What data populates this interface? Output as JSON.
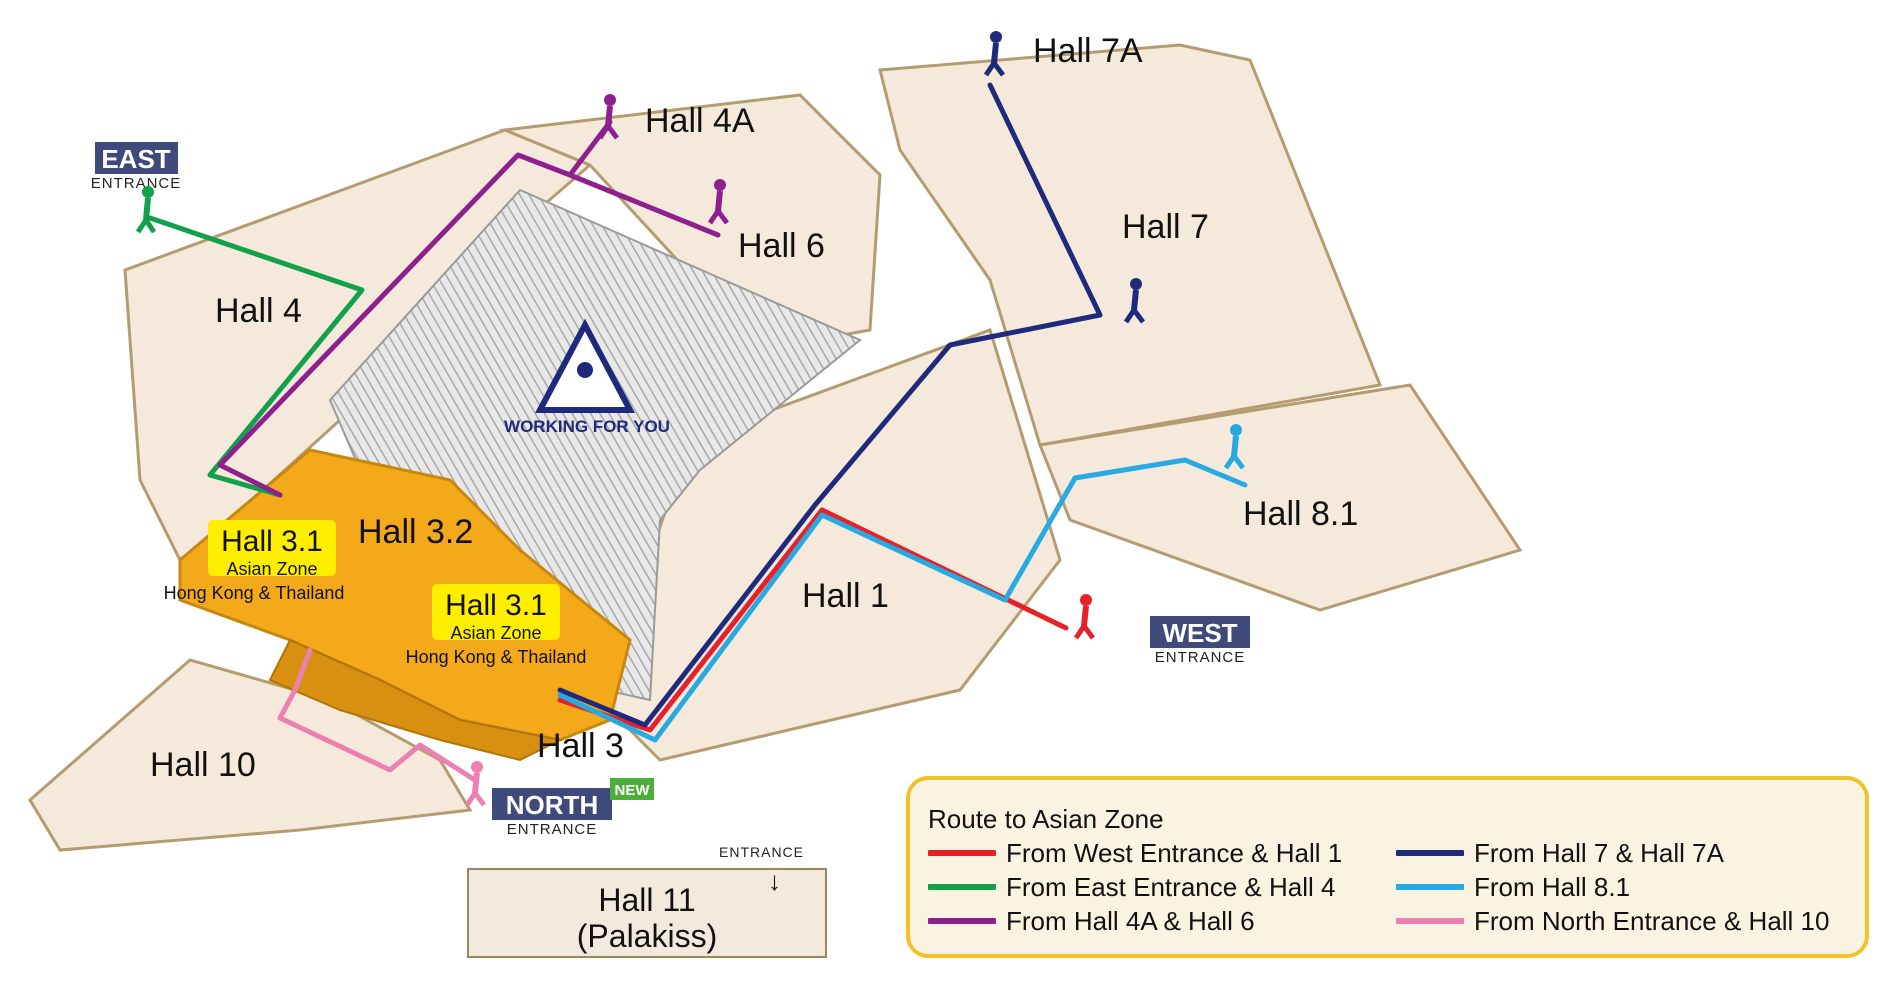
{
  "map": {
    "halls": {
      "hall_7a": "Hall 7A",
      "hall_4a": "Hall 4A",
      "hall_6": "Hall 6",
      "hall_7": "Hall 7",
      "hall_4": "Hall 4",
      "hall_8_1": "Hall 8.1",
      "hall_1": "Hall 1",
      "hall_3_2": "Hall 3.2",
      "hall_3": "Hall 3",
      "hall_10": "Hall 10"
    },
    "asian_zone_labels": [
      {
        "title": "Hall 3.1",
        "zone": "Asian Zone",
        "countries": "Hong Kong & Thailand"
      },
      {
        "title": "Hall 3.1",
        "zone": "Asian Zone",
        "countries": "Hong Kong & Thailand"
      }
    ],
    "construction": {
      "label": "WORKING FOR YOU",
      "icon": "construction-worker-icon"
    },
    "entrances": {
      "east": {
        "name": "EAST",
        "sub": "ENTRANCE"
      },
      "west": {
        "name": "WEST",
        "sub": "ENTRANCE"
      },
      "north": {
        "name": "NORTH",
        "sub": "ENTRANCE",
        "badge": "NEW"
      }
    },
    "hall11": {
      "name": "Hall 11",
      "sub": "(Palakiss)",
      "entrance": "ENTRANCE"
    }
  },
  "legend": {
    "title": "Route to Asian Zone",
    "routes": [
      {
        "label": "From West Entrance & Hall 1",
        "color": "#e8202a"
      },
      {
        "label": "From East Entrance & Hall 4",
        "color": "#13a04b"
      },
      {
        "label": "From Hall 4A & Hall 6",
        "color": "#8e1f8e"
      },
      {
        "label": "From Hall 7 & Hall 7A",
        "color": "#1f2a7d"
      },
      {
        "label": "From Hall 8.1",
        "color": "#27a9e1"
      },
      {
        "label": "From North Entrance & Hall 10",
        "color": "#ee7fb2"
      }
    ]
  },
  "colors": {
    "floor": "#f4e9da",
    "wall": "#b49c70",
    "highlight": "#f3a91a",
    "badge": "#3f4a7a",
    "label_yellow": "#ffee00"
  }
}
